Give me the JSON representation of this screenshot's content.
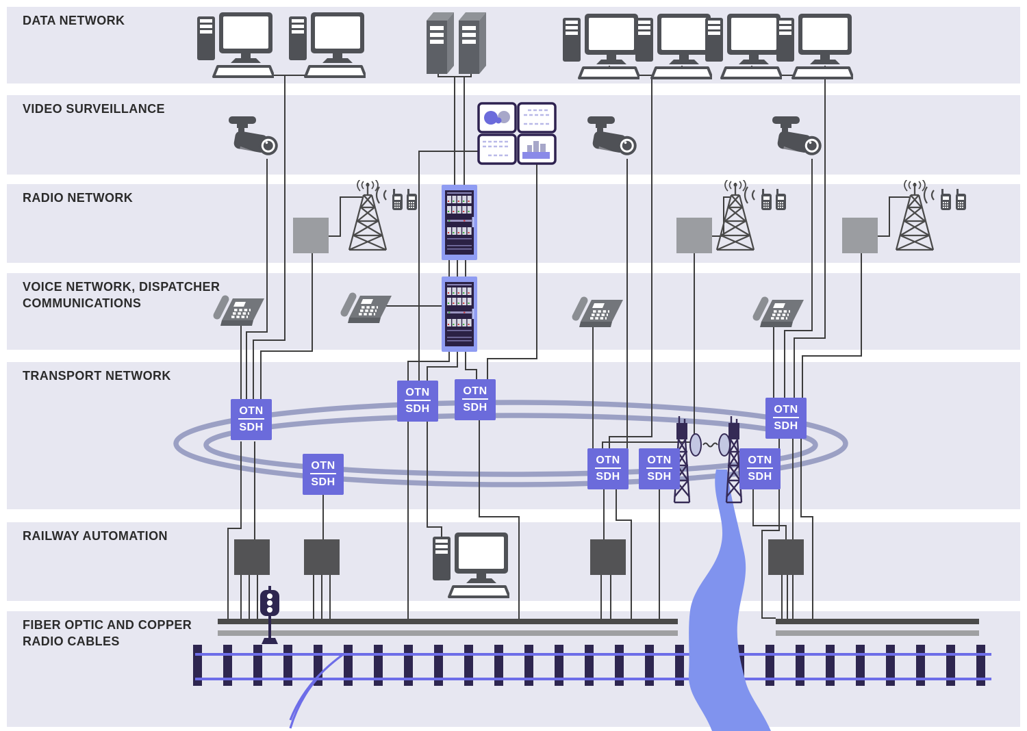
{
  "bands": [
    {
      "id": "data-network",
      "label": "DATA NETWORK"
    },
    {
      "id": "video-surveillance",
      "label": "VIDEO SURVEILLANCE"
    },
    {
      "id": "radio-network",
      "label": "RADIO NETWORK"
    },
    {
      "id": "voice-network",
      "label": "VOICE NETWORK, DISPATCHER COMMUNICATIONS"
    },
    {
      "id": "transport-network",
      "label": "TRANSPORT NETWORK"
    },
    {
      "id": "railway-automation",
      "label": "RAILWAY AUTOMATION"
    },
    {
      "id": "cables",
      "label": "FIBER OPTIC AND COPPER RADIO CABLES"
    }
  ],
  "transport_nodes": {
    "top_label": "OTN",
    "bottom_label": "SDH",
    "count": 8
  },
  "icons": {
    "desktop-pc-icon": "tower + monitor + keyboard",
    "server-icon": "3d server towers",
    "cctv-camera-icon": "bullet camera on mount",
    "video-wall-icon": "2x2 monitor wall",
    "radio-tower-icon": "lattice mast with waves",
    "handset-icon": "portable radio handset",
    "base-station-icon": "gray equipment box",
    "desk-phone-icon": "isometric office phone",
    "equipment-rack-icon": "telecom rack cabinet",
    "automation-controller-icon": "dark equipment box",
    "microwave-tower-icon": "relay mast with dish",
    "traffic-light-icon": "railway signal",
    "railway-track-icon": "rails and sleepers",
    "river-icon": "river ribbon"
  },
  "colors": {
    "band_bg": "#e7e7f1",
    "accent": "#6b6bdb",
    "ring": "#9ba0c4",
    "line": "#3c3c3c",
    "icon": "#4f5156",
    "graybox": "#9b9da1",
    "autobox": "#535355",
    "rack_frame": "#8f9cf2",
    "rack_bg": "#2b2144",
    "sleeper": "#2e2650",
    "rail": "#6d6de8",
    "river": "#8093ee",
    "cable_dark": "#4a4a4a",
    "cable_light": "#9fa0a2",
    "mw": "#352a55",
    "label": "#2b2b2b",
    "monitor_border": "#2e2250",
    "wall_gray": "#a7a7c9"
  }
}
